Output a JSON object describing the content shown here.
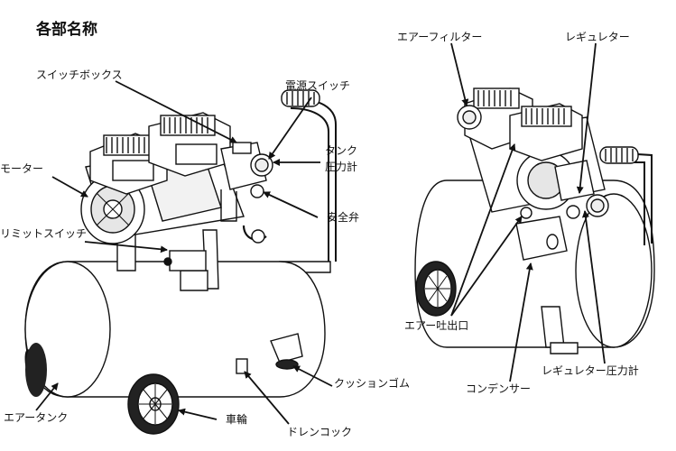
{
  "title": "各部名称",
  "labels": {
    "switch_box": "スイッチボックス",
    "power_switch": "電源スイッチ",
    "tank_gauge_line1": "タンク",
    "tank_gauge_line2": "圧力計",
    "motor": "モーター",
    "safety_valve": "安全弁",
    "limit_switch": "リミットスイッチ",
    "air_tank": "エアータンク",
    "wheel": "車輪",
    "drain_cock": "ドレンコック",
    "cushion_rubber": "クッションゴム",
    "air_filter": "エアーフィルター",
    "regulator": "レギュレター",
    "air_outlet": "エアー吐出口",
    "condenser": "コンデンサー",
    "regulator_gauge": "レギュレター圧力計"
  },
  "colors": {
    "line": "#111111",
    "fill": "#ffffff",
    "shade": "#d9d9d9"
  }
}
